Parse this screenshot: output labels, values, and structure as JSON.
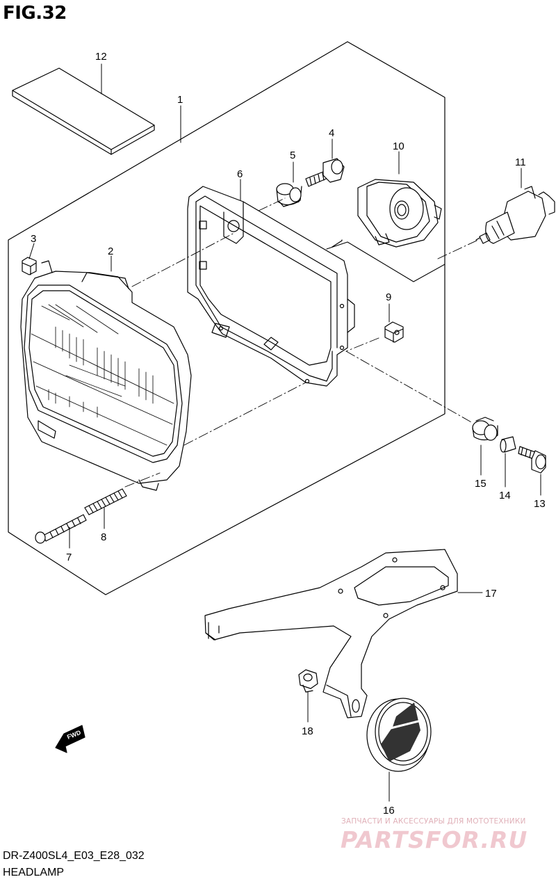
{
  "figure": {
    "title": "FIG.32",
    "model_code": "DR-Z400SL4_E03_E28_032",
    "name": "HEADLAMP"
  },
  "parts": [
    {
      "ref": "1",
      "label": "1"
    },
    {
      "ref": "2",
      "label": "2"
    },
    {
      "ref": "3",
      "label": "3"
    },
    {
      "ref": "4",
      "label": "4"
    },
    {
      "ref": "5",
      "label": "5"
    },
    {
      "ref": "6",
      "label": "6"
    },
    {
      "ref": "7",
      "label": "7"
    },
    {
      "ref": "8",
      "label": "8"
    },
    {
      "ref": "9",
      "label": "9"
    },
    {
      "ref": "10",
      "label": "10"
    },
    {
      "ref": "11",
      "label": "11"
    },
    {
      "ref": "12",
      "label": "12"
    },
    {
      "ref": "13",
      "label": "13"
    },
    {
      "ref": "14",
      "label": "14"
    },
    {
      "ref": "15",
      "label": "15"
    },
    {
      "ref": "16",
      "label": "16"
    },
    {
      "ref": "17",
      "label": "17"
    },
    {
      "ref": "18",
      "label": "18"
    }
  ],
  "fwd_label": "FWD",
  "watermark": {
    "tagline": "ЗАПЧАСТИ И АКСЕССУАРЫ ДЛЯ МОТОТЕХНИКИ",
    "site": "PARTSFOR.RU"
  }
}
